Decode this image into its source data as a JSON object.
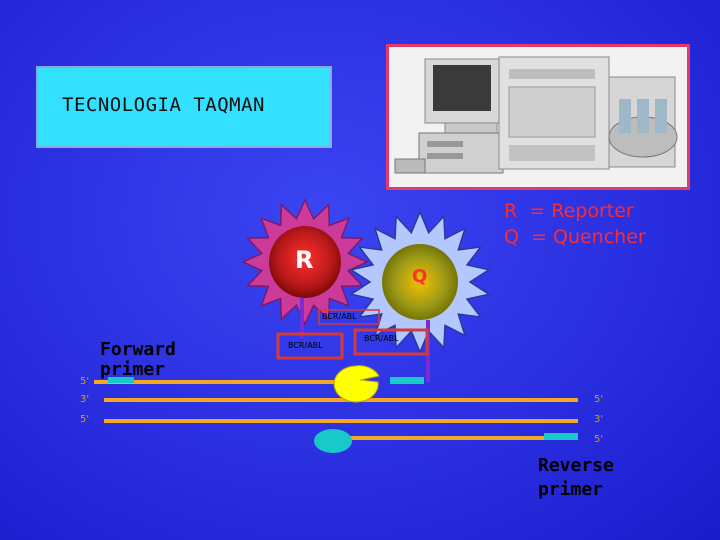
{
  "title": "TECNOLOGIA TAQMAN",
  "legend": {
    "reporter": "R  = Reporter",
    "quencher": "Q  = Quencher"
  },
  "reporter_label": "R",
  "quencher_label": "Q",
  "probe_labels": {
    "top": "BCR/ABL",
    "left": "BCR/ABL",
    "right": "BCR/ABL"
  },
  "forward_primer": [
    "Forward",
    "primer"
  ],
  "reverse_primer": [
    "Reverse",
    "primer"
  ],
  "strand_ends_left": [
    "5'",
    "3'",
    "5'"
  ],
  "strand_ends_right": [
    "5'",
    "3'",
    "5'"
  ],
  "colors": {
    "background": "#2a2fe0",
    "title_box": "#33e0ff",
    "legend_text": "#ff2a2a",
    "strand": "#f5a623",
    "primer": "#19c8c8",
    "polymerase": "#ffff00",
    "probe_stem": "#7a2ad6",
    "probe_box": "#d43a3a"
  }
}
